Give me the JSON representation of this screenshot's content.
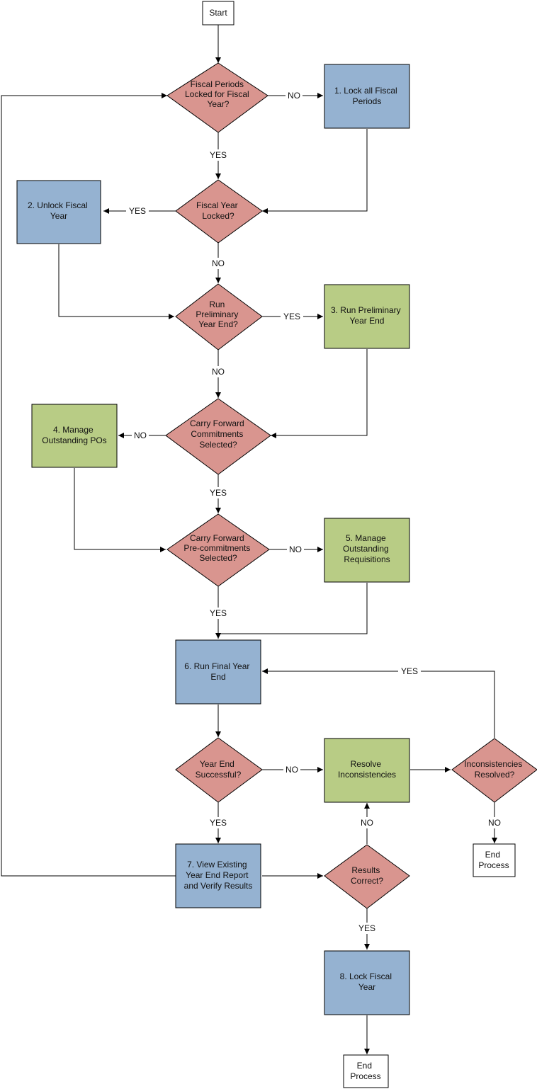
{
  "nodes": {
    "start": [
      "Start"
    ],
    "d_fiscal_periods": [
      "Fiscal Periods",
      "Locked for Fiscal",
      "Year?"
    ],
    "p1": [
      "1. Lock all Fiscal",
      "Periods"
    ],
    "d_fiscal_year": [
      "Fiscal Year",
      "Locked?"
    ],
    "p2": [
      "2. Unlock Fiscal",
      "Year"
    ],
    "d_run_prelim": [
      "Run",
      "Preliminary",
      "Year End?"
    ],
    "p3": [
      "3. Run Preliminary",
      "Year End"
    ],
    "d_commitments": [
      "Carry Forward",
      "Commitments",
      "Selected?"
    ],
    "p4": [
      "4. Manage",
      "Outstanding POs"
    ],
    "d_precommitments": [
      "Carry Forward",
      "Pre-commitments",
      "Selected?"
    ],
    "p5": [
      "5. Manage",
      "Outstanding",
      "Requisitions"
    ],
    "p6": [
      "6. Run Final Year",
      "End"
    ],
    "d_year_end_success": [
      "Year End",
      "Successful?"
    ],
    "resolve": [
      "Resolve",
      "Inconsistencies"
    ],
    "d_inconsistencies": [
      "Inconsistencies",
      "Resolved?"
    ],
    "end1": [
      "End",
      "Process"
    ],
    "p7": [
      "7. View Existing",
      "Year End Report",
      "and Verify Results"
    ],
    "d_results": [
      "Results",
      "Correct?"
    ],
    "p8": [
      "8. Lock Fiscal",
      "Year"
    ],
    "end2": [
      "End",
      "Process"
    ]
  },
  "edge_labels": {
    "fp_no": "NO",
    "fp_yes": "YES",
    "fy_yes": "YES",
    "fy_no": "NO",
    "rp_yes": "YES",
    "rp_no": "NO",
    "cm_no": "NO",
    "cm_yes": "YES",
    "pc_no": "NO",
    "pc_yes": "YES",
    "ir_yes": "YES",
    "ye_no": "NO",
    "ye_yes": "YES",
    "ir_no": "NO",
    "rc_no": "NO",
    "rc_yes": "YES"
  },
  "colors": {
    "decision": "#d9958f",
    "process_blue": "#95b2d1",
    "process_green": "#b8cc85",
    "terminal": "#ffffff"
  }
}
